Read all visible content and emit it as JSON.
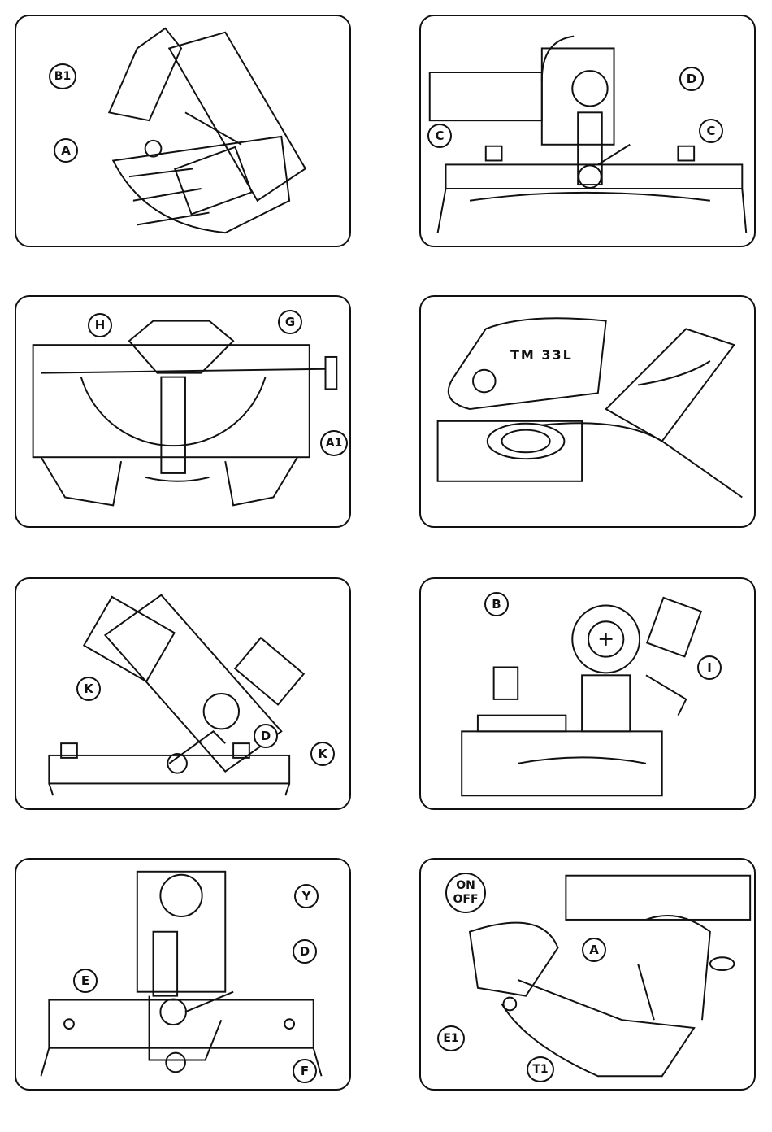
{
  "colors": {
    "ink": "#111111",
    "paper": "#ffffff"
  },
  "panels": [
    {
      "labels": {
        "b1": "B1",
        "a": "A"
      }
    },
    {
      "labels": {
        "d": "D",
        "c_left": "C",
        "c_right": "C"
      }
    },
    {
      "labels": {
        "h": "H",
        "g": "G",
        "a1": "A1"
      }
    },
    {
      "labels": {
        "model": "TM 33L"
      }
    },
    {
      "labels": {
        "k_left": "K",
        "d": "D",
        "k_right": "K"
      }
    },
    {
      "labels": {
        "b": "B",
        "i": "I"
      }
    },
    {
      "labels": {
        "y": "Y",
        "d": "D",
        "e": "E",
        "f": "F"
      }
    },
    {
      "labels": {
        "on": "ON",
        "off": "OFF",
        "a": "A",
        "e1": "E1",
        "t1": "T1"
      }
    }
  ]
}
